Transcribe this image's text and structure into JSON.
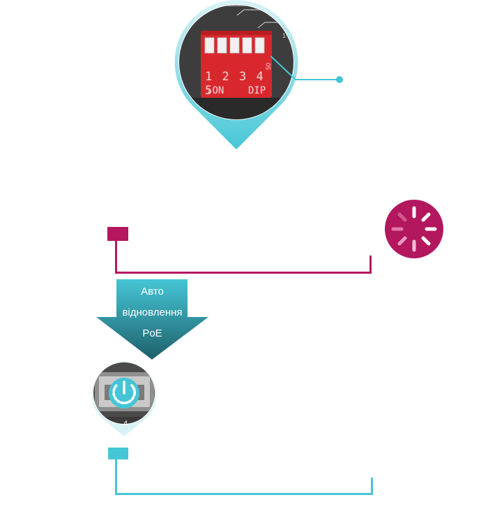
{
  "colors": {
    "teal": "#45c6d6",
    "teal_dark": "#1f6f7a",
    "magenta": "#b3175e",
    "dip_red": "#d8282e",
    "device_gray": "#3a3a3a"
  },
  "dip_switch": {
    "numbers": [
      "1",
      "2",
      "3",
      "4",
      "5"
    ],
    "on_label": "ON",
    "dip_label": "DIP",
    "side_labels": [
      "5",
      "1-"
    ],
    "vertical_label": "50"
  },
  "arrow": {
    "line1": "Авто",
    "line2": "відновлення",
    "line3": "PoE"
  },
  "port": {
    "number": "4"
  },
  "icons": {
    "loading": "loading-spinner-icon",
    "power_cycle": "power-restart-icon"
  }
}
